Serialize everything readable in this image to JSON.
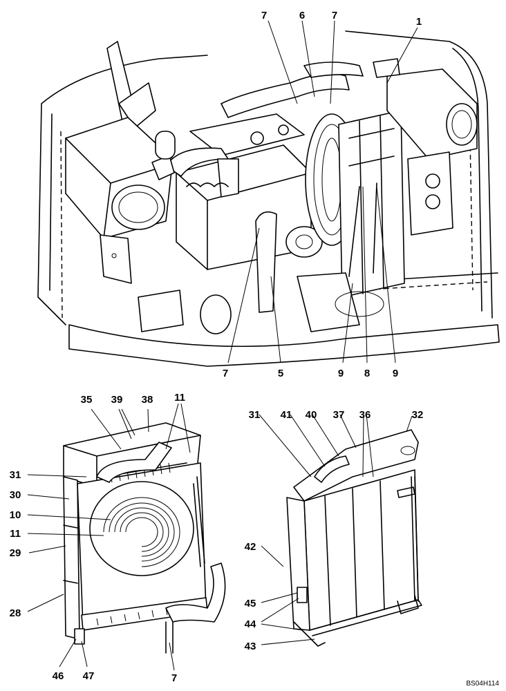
{
  "figure_code": "BS04H114",
  "callouts": {
    "top": {
      "c7a": "7",
      "c6": "6",
      "c7b": "7",
      "c1": "1",
      "c7c": "7",
      "c5": "5",
      "c9a": "9",
      "c8": "8",
      "c9b": "9"
    },
    "left": {
      "c35": "35",
      "c39": "39",
      "c38": "38",
      "c11a": "11",
      "c31": "31",
      "c30": "30",
      "c10": "10",
      "c11b": "11",
      "c29": "29",
      "c28": "28",
      "c46": "46",
      "c47": "47",
      "c7": "7"
    },
    "right": {
      "c31": "31",
      "c41": "41",
      "c40": "40",
      "c37": "37",
      "c36": "36",
      "c32": "32",
      "c42": "42",
      "c45": "45",
      "c44": "44",
      "c43": "43"
    }
  }
}
